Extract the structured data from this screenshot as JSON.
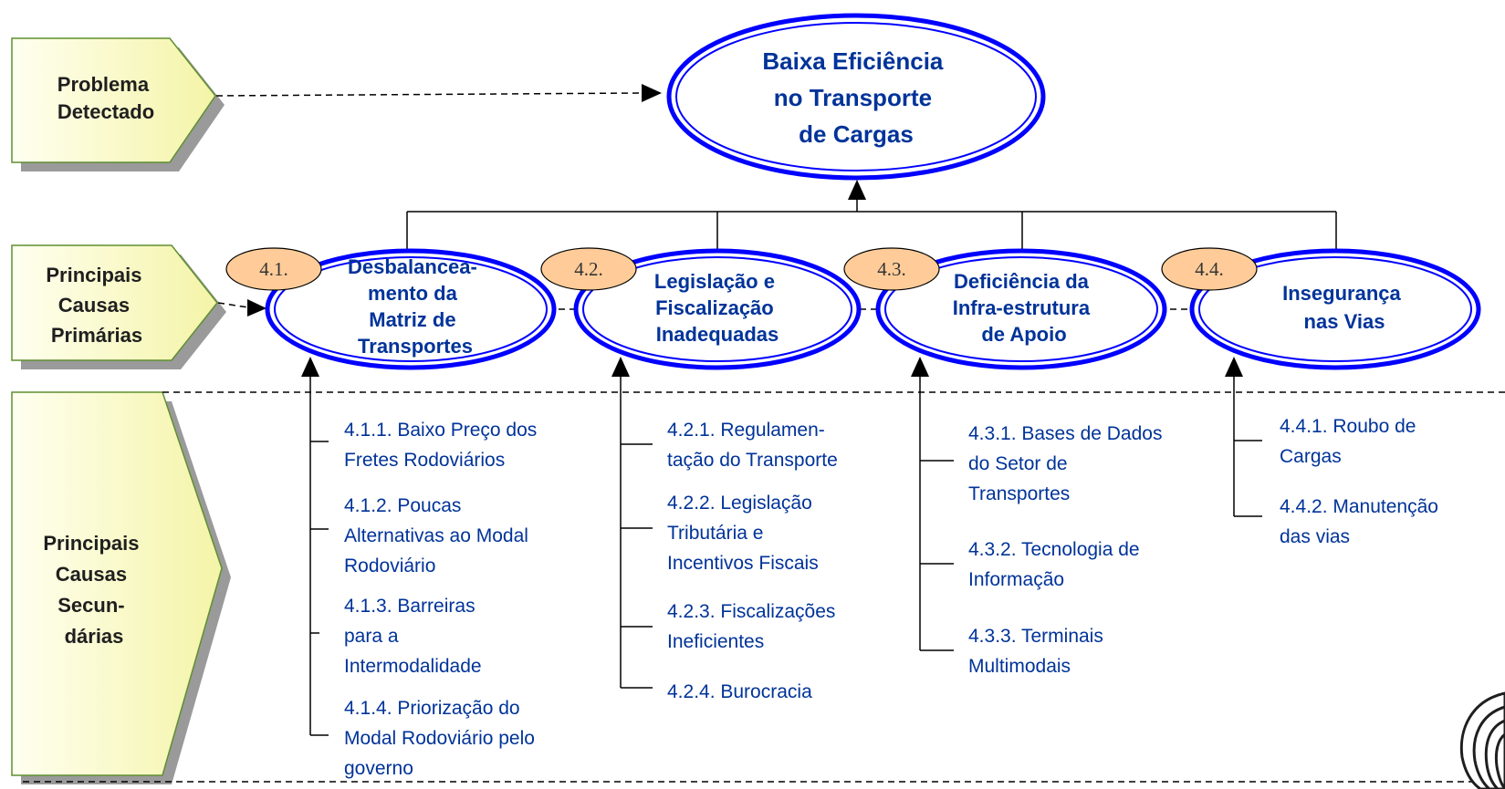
{
  "labels": {
    "problem": [
      "Problema",
      "Detectado"
    ],
    "primary": [
      "Principais",
      "Causas",
      "Primárias"
    ],
    "secondary": [
      "Principais",
      "Causas",
      "Secun-",
      "dárias"
    ]
  },
  "problem": [
    "Baixa Eficiência",
    "no Transporte",
    "de Cargas"
  ],
  "primary_causes": [
    {
      "number": "4.1.",
      "lines": [
        "Desbalancea-",
        "mento da",
        "Matriz de",
        "Transportes"
      ]
    },
    {
      "number": "4.2.",
      "lines": [
        "Legislação e",
        "Fiscalização",
        "Inadequadas"
      ]
    },
    {
      "number": "4.3.",
      "lines": [
        "Deficiência da",
        "Infra-estrutura",
        "de Apoio"
      ]
    },
    {
      "number": "4.4.",
      "lines": [
        "Insegurança",
        "nas Vias"
      ]
    }
  ],
  "secondary_causes": [
    [
      [
        "4.1.1. Baixo Preço dos",
        "Fretes Rodoviários"
      ],
      [
        "4.1.2. Poucas",
        "Alternativas ao Modal",
        "Rodoviário"
      ],
      [
        "4.1.3. Barreiras",
        "para a",
        "Intermodalidade"
      ],
      [
        "4.1.4. Priorização do",
        "Modal Rodoviário pelo",
        "governo"
      ]
    ],
    [
      [
        "4.2.1. Regulamen-",
        "tação do Transporte"
      ],
      [
        "4.2.2. Legislação",
        "Tributária e",
        "Incentivos Fiscais"
      ],
      [
        "4.2.3. Fiscalizações",
        "Ineficientes"
      ],
      [
        "4.2.4. Burocracia"
      ]
    ],
    [
      [
        "4.3.1. Bases de Dados",
        "do Setor de",
        "Transportes"
      ],
      [
        "4.3.2. Tecnologia de",
        "Informação"
      ],
      [
        "4.3.3. Terminais",
        "Multimodais"
      ]
    ],
    [
      [
        "4.4.1. Roubo de",
        "Cargas"
      ],
      [
        "4.4.2. Manutenção",
        "das vias"
      ]
    ]
  ],
  "colors": {
    "label_fill": "#ffffc0",
    "ellipse_stroke": "#0000ff",
    "badge_fill": "#ffcc99",
    "text_blue": "#003399"
  }
}
